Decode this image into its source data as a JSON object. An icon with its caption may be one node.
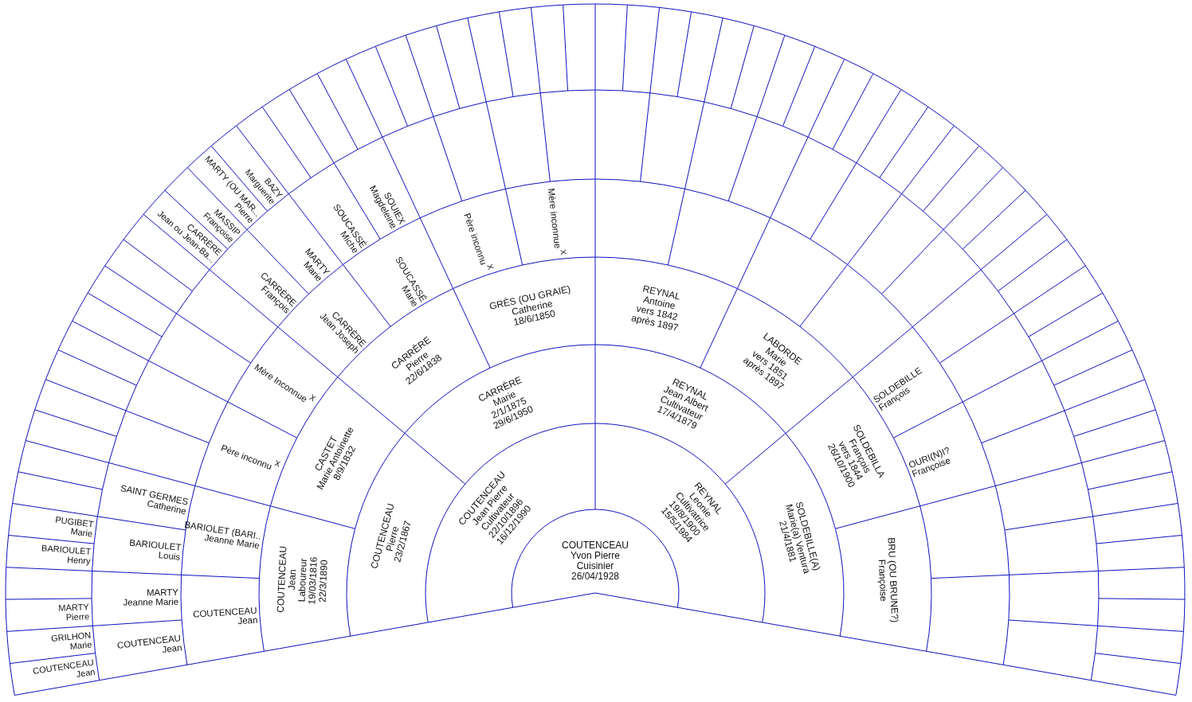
{
  "diagram": {
    "nodes": [
      {
        "text": [
          "COUTENCEAU",
          "Yvon Pierre",
          "Cuisinier",
          "26/04/1928"
        ]
      },
      {
        "text": [
          "COUTENCEAU",
          "Jean Pierre",
          "Cultivateur",
          "22/10/1896",
          "16/12/1990"
        ]
      },
      {
        "text": [
          "REYNAL",
          "Leonie",
          "Cultivatrice",
          "19/8/1900",
          "15/5/1984"
        ]
      },
      {
        "text": [
          "COUTENCEAU",
          "Pierre",
          "23/2/1867"
        ]
      },
      {
        "text": [
          "CARRÈRE",
          "Marie",
          "2/1/1875",
          "29/6/1950"
        ]
      },
      {
        "text": [
          "REYNAL",
          "Jean Albert",
          "Cultivateur",
          "17/4/1879"
        ]
      },
      {
        "text": [
          "SOLDEBILLE(A)",
          "Marie(a) Ventura",
          "21/4/1881"
        ]
      },
      {
        "text": [
          "COUTENCEAU",
          "Jean",
          "Laboureur",
          "19/03/1816",
          "22/3/1890"
        ]
      },
      {
        "text": [
          "CASTET",
          "Marie Antoinette",
          "8/9/1832"
        ]
      },
      {
        "text": [
          "CARRÈRE",
          "Pierre",
          "22/6/1838"
        ]
      },
      {
        "text": [
          "GRÈS (OU GRAIE)",
          "Catherine",
          "18/6/1850"
        ]
      },
      {
        "text": [
          "REYNAL",
          "Antoine",
          "vers 1842",
          "après 1897"
        ]
      },
      {
        "text": [
          "LABORDE",
          "Marie",
          "vers 1851",
          "après 1897"
        ]
      },
      {
        "text": [
          "SOLDEBILLA",
          "François",
          "vers 1844",
          "26/10/1900"
        ]
      },
      {
        "text": [
          "BRU (OU BRUNE?)",
          "Françoise"
        ]
      },
      {
        "text": [
          "COUTENCEAU",
          "Jean"
        ]
      },
      {
        "text": [
          "BARIOLET (BARI..",
          "Jeanne Marie"
        ]
      },
      {
        "text": [
          "Père inconnu"
        ],
        "beside": [
          "X"
        ]
      },
      {
        "text": [
          "Mère Inconnue"
        ],
        "beside": [
          "X"
        ]
      },
      {
        "text": [
          "CARRÈRE",
          "Jean Joseph"
        ]
      },
      {
        "text": [
          "SOUCASSÉ",
          "Marie"
        ]
      },
      {
        "text": [
          "Père inconnu"
        ],
        "beside": [
          "X"
        ]
      },
      {
        "text": [
          "Mère inconnue"
        ],
        "beside": [
          "X"
        ]
      },
      {
        "text": [
          "SOLDEBILLE",
          "François"
        ]
      },
      {
        "text": [
          "OURI(N)I?",
          "Françoise"
        ]
      },
      {
        "text": [
          "COUTENCEAU",
          "Jean"
        ]
      },
      {
        "text": [
          "MARTY",
          "Jeanne Marie"
        ]
      },
      {
        "text": [
          "BARIOULET",
          "Louis"
        ]
      },
      {
        "text": [
          "SAINT GERMES",
          "Catherine"
        ]
      },
      {
        "text": [
          "CARRÈRE",
          "François"
        ]
      },
      {
        "text": [
          "MARTY",
          "Marie"
        ]
      },
      {
        "text": [
          "SOUCASSÉ",
          "Miche"
        ]
      },
      {
        "text": [
          "SOUIEX",
          "Magdeleine"
        ]
      },
      {
        "text": [
          "COUTENCEAU",
          "Jean"
        ]
      },
      {
        "text": [
          "GRILHON",
          "Marie"
        ]
      },
      {
        "text": [
          "MARTY",
          "Pierre"
        ]
      },
      {
        "text": [
          "BARIOULET",
          "Henry"
        ]
      },
      {
        "text": [
          "PUGIBET",
          "Marie"
        ]
      },
      {
        "text": [
          "CARRÈRE",
          "Jean ou Jean-Ba..."
        ]
      },
      {
        "text": [
          "MASSIP",
          "Françoise"
        ]
      },
      {
        "text": [
          "MARTY (OU MAR...",
          "Pierre"
        ]
      },
      {
        "text": [
          "BAZY",
          "Marguerite"
        ]
      }
    ]
  }
}
